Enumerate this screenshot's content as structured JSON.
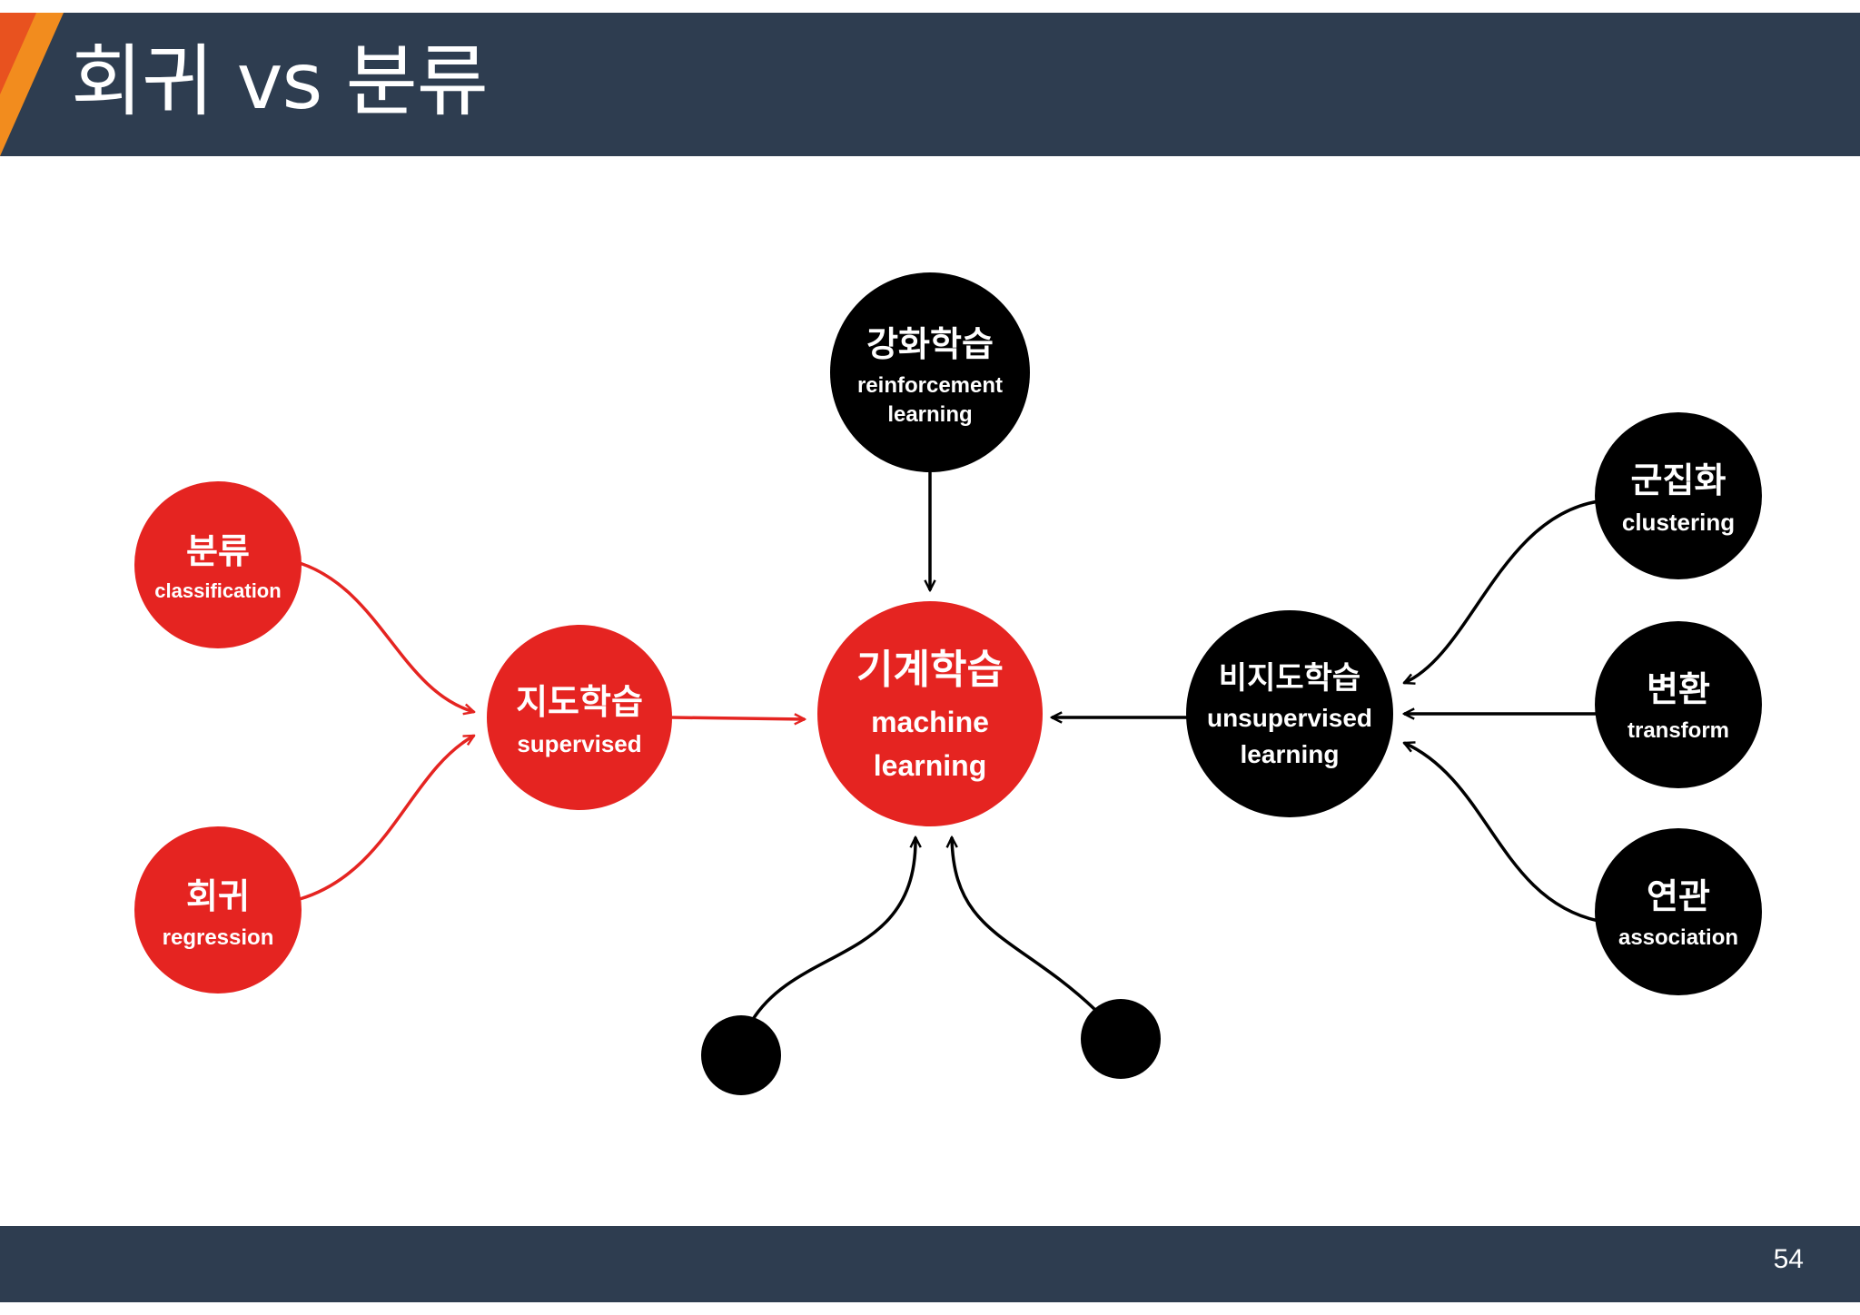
{
  "slide": {
    "title": "회귀 vs 분류",
    "page_number": "54"
  },
  "colors": {
    "header": "#2e3d50",
    "red": "#e52421",
    "black": "#000000",
    "accent_orange": "#f28c1e"
  },
  "nodes": {
    "reinforcement": {
      "title": "강화학습",
      "sub1": "reinforcement",
      "sub2": "learning"
    },
    "classification": {
      "title": "분류",
      "sub1": "classification"
    },
    "regression": {
      "title": "회귀",
      "sub1": "regression"
    },
    "supervised": {
      "title": "지도학습",
      "sub1": "supervised"
    },
    "machine_learning": {
      "title": "기계학습",
      "sub1": "machine",
      "sub2": "learning"
    },
    "unsupervised": {
      "title": "비지도학습",
      "sub1": "unsupervised",
      "sub2": "learning"
    },
    "clustering": {
      "title": "군집화",
      "sub1": "clustering"
    },
    "transform": {
      "title": "변환",
      "sub1": "transform"
    },
    "association": {
      "title": "연관",
      "sub1": "association"
    }
  }
}
